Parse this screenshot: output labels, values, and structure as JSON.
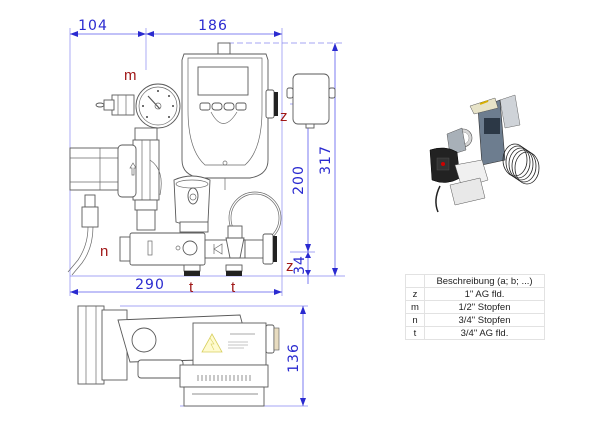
{
  "dimensions": {
    "width_left": "104",
    "width_right": "186",
    "width_total": "290",
    "height_total": "317",
    "height_200": "200",
    "height_34": "34",
    "depth": "136"
  },
  "labels": {
    "m": "m",
    "z_top": "z",
    "z_bottom": "z",
    "n": "n",
    "t_left": "t",
    "t_right": "t"
  },
  "legend": {
    "header": "Beschreibung (a; b; ...)",
    "rows": [
      {
        "key": "z",
        "desc": "1\" AG fld."
      },
      {
        "key": "m",
        "desc": "1/2\" Stopfen"
      },
      {
        "key": "n",
        "desc": "3/4\" Stopfen"
      },
      {
        "key": "t",
        "desc": "3/4\" AG fld."
      }
    ]
  },
  "colors": {
    "dimension": "#2a2ad0",
    "label": "#a01818",
    "line": "#5a5a5a"
  }
}
